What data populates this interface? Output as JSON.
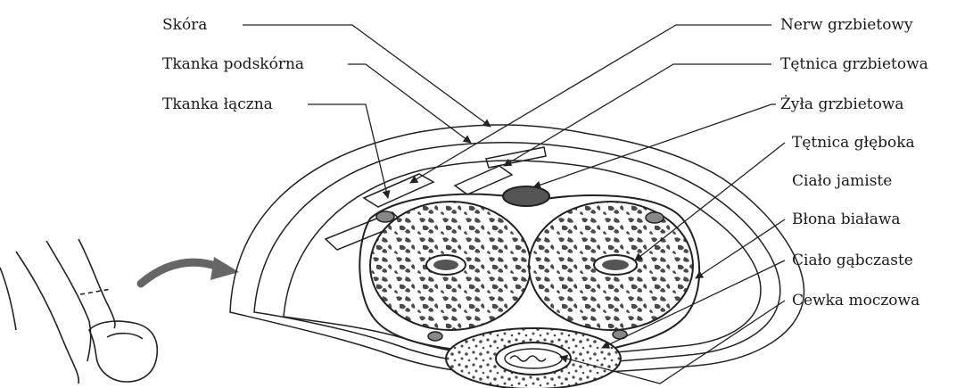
{
  "diagram": {
    "labels": {
      "skora": "Skóra",
      "tkanka_podskorna": "Tkanka podskórna",
      "tkanka_laczna": "Tkanka łączna",
      "nerw_grzbietowy": "Nerw grzbietowy",
      "tetnica_grzbietowa": "Tętnica grzbietowa",
      "zyla_grzbietowa": "Żyła grzbietowa",
      "tetnica_gleboka": "Tętnica głęboka",
      "cialo_jamiste": "Ciało jamiste",
      "blona_bialawa": "Błona biaława",
      "cialo_gabczaste": "Ciało gąbczaste",
      "cewka_moczowa": "Cewka moczowa"
    },
    "colors": {
      "line": "#222222",
      "tissue_fill": "#555555",
      "background": "#ffffff"
    }
  }
}
